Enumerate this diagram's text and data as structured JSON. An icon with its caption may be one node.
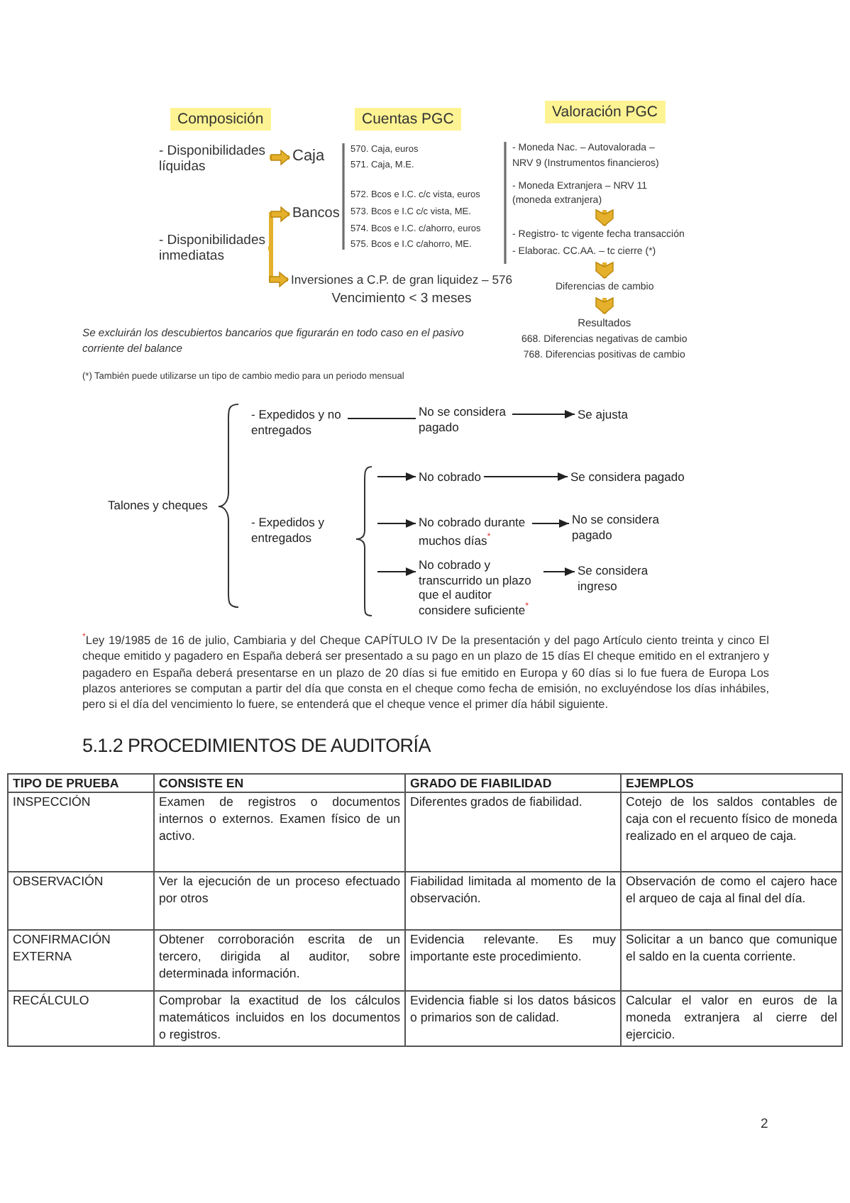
{
  "diagram": {
    "nodes": [
      {
        "text": [
          "Composición"
        ]
      },
      {
        "text": [
          "Cuentas PGC"
        ]
      },
      {
        "text": [
          "Valoración PGC"
        ]
      },
      {
        "text": [
          "- Disponibilidades líquidas"
        ]
      },
      {
        "text": [
          "Caja"
        ]
      },
      {
        "text": [
          "Bancos"
        ]
      },
      {
        "text": [
          "- Disponibilidades inmediatas"
        ]
      },
      {
        "text": [
          "Inversiones a C.P. de gran liquidez – 576",
          "Vencimiento < 3 meses"
        ]
      },
      {
        "text": [
          "- Moneda Extranjera – NRV 11 (moneda extranjera)"
        ]
      },
      {
        "text": [
          "- Registro- tc vigente fecha transacción",
          "- Elaborac. CC.AA. – tc cierre (*)"
        ]
      },
      {
        "text": [
          "Diferencias de cambio"
        ]
      },
      {
        "text": [
          "Resultados",
          "668. Diferencias negativas de cambio",
          "768. Diferencias positivas de cambio"
        ]
      },
      {
        "text": [
          "Talones y cheques"
        ]
      },
      {
        "text": [
          "- Expedidos y no entregados"
        ]
      },
      {
        "text": [
          "No se considera pagado"
        ]
      },
      {
        "text": [
          "Se ajusta"
        ]
      },
      {
        "text": [
          "- Expedidos y entregados"
        ]
      },
      {
        "text": [
          "No cobrado"
        ]
      },
      {
        "text": [
          "Se considera pagado"
        ]
      },
      {
        "text": [
          "No cobrado durante muchos días$^{*}$"
        ]
      },
      {
        "text": [
          "No se considera pagado"
        ]
      },
      {
        "text": [
          "No cobrado y transcurrido un plazo que el auditor considere suficiente$^{*}$"
        ]
      },
      {
        "text": [
          "Se considera ingreso"
        ]
      }
    ],
    "edges": [
      {
        "from": 3,
        "to": 4,
        "arrow": "to",
        "style": "thick",
        "color": "#e5b02b"
      },
      {
        "from": 6,
        "to": 5,
        "arrow": "to",
        "style": "thick",
        "color": "#e5b02b"
      },
      {
        "from": 6,
        "to": 7,
        "arrow": "to",
        "style": "thick",
        "color": "#e5b02b"
      },
      {
        "from": 8,
        "to": 9,
        "arrow": "to",
        "style": "thick",
        "color": "#e5b02b"
      },
      {
        "from": 9,
        "to": 10,
        "arrow": "to",
        "style": "thick",
        "color": "#e5b02b"
      },
      {
        "from": 10,
        "to": 11,
        "arrow": "to",
        "style": "thick",
        "color": "#e5b02b"
      },
      {
        "from": 13,
        "to": 14,
        "arrow": "none"
      },
      {
        "from": 14,
        "to": 15,
        "arrow": "to"
      },
      {
        "from": null,
        "to": 17,
        "arrow": "to"
      },
      {
        "from": null,
        "to": 19,
        "arrow": "to"
      },
      {
        "from": null,
        "to": 21,
        "arrow": "to"
      },
      {
        "from": 17,
        "to": 18,
        "arrow": "to"
      },
      {
        "from": 19,
        "to": 20,
        "arrow": "to"
      },
      {
        "from": 21,
        "to": 22,
        "arrow": "to"
      }
    ],
    "labels": [
      "570. Caja, euros",
      "571. Caja, M.E.",
      "- Moneda Nac. – Autovalorada – NRV 9 (Instrumentos financieros)",
      "572. Bcos e I.C. c/c vista, euros",
      "573. Bcos e I.C c/c vista, ME.",
      "574. Bcos e I.C. c/ahorro, euros",
      "575. Bcos e I.C c/ahorro, ME.",
      "Se excluirán los descubiertos bancarios que figurarán en todo caso en el pasivo corriente del balance",
      "(*) También puede utilizarse un tipo de cambio medio para un periodo mensual",
      "$^{*}$Ley 19/1985 de 16 de julio, Cambiaria y del Cheque CAPÍTULO IV De la presentación y del pago Artículo ciento treinta y cinco El cheque emitido y pagadero en España deberá ser presentado a su pago en un plazo de 15 días El cheque emitido en el extranjero y pagadero en España deberá presentarse en un plazo de 20 días si fue emitido en Europa y 60 días si lo fue fuera de Europa Los plazos anteriores se computan a partir del día que consta en el cheque como fecha de emisión, no excluyéndose los días inhábiles, pero si el día del vencimiento lo fuere, se entenderá que el cheque vence el primer día hábil siguiente.",
      "5.1.2 PROCEDIMIENTOS DE AUDITORÍA",
      "TIPO DE PRUEBA",
      "CONSISTE EN",
      "GRADO DE FIABILIDAD",
      "EJEMPLOS",
      "INSPECCIÓN",
      "Examen de registros o documentos internos o externos. Examen físico de un activo.",
      "Diferentes grados de fiabilidad.",
      "Cotejo de los saldos contables de caja con el recuento físico de moneda realizado en el arqueo de caja.",
      "OBSERVACIÓN",
      "Ver la ejecución de un proceso efectuado por otros",
      "Fiabilidad limitada al momento de la observación.",
      "Observación de como el cajero hace el arqueo de caja al final del día.",
      "CONFIRMACIÓN EXTERNA",
      "Obtener corroboración escrita de un tercero, dirigida al auditor, sobre determinada información.",
      "Evidencia relevante. Es muy importante este procedimiento.",
      "Solicitar a un banco que comunique el saldo en la cuenta corriente.",
      "RECÁLCULO",
      "Comprobar la exactitud de los cálculos matemáticos incluidos en los documentos o registros.",
      "Evidencia fiable si los datos básicos o primarios son de calidad.",
      "Calcular el valor en euros de la moneda extranjera al cierre del ejercicio.",
      "2"
    ]
  }
}
